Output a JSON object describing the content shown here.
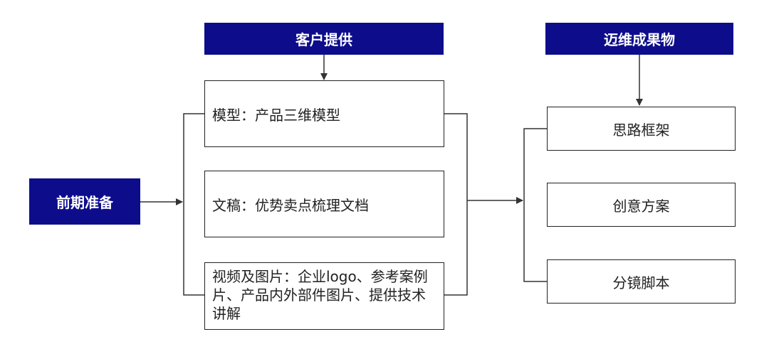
{
  "colors": {
    "header_bg": "#0d0d8c",
    "header_text": "#ffffff",
    "line": "#333333",
    "border": "#222222"
  },
  "left": {
    "label": "前期准备"
  },
  "customer": {
    "header": "客户提供",
    "items": [
      {
        "text": "模型：产品三维模型"
      },
      {
        "text": "文稿：优势卖点梳理文档"
      },
      {
        "text": "视频及图片：企业logo、参考案例片、产品内外部件图片、提供技术讲解"
      }
    ]
  },
  "deliverables": {
    "header": "迈维成果物",
    "items": [
      {
        "text": "思路框架"
      },
      {
        "text": "创意方案"
      },
      {
        "text": "分镜脚本"
      }
    ]
  }
}
